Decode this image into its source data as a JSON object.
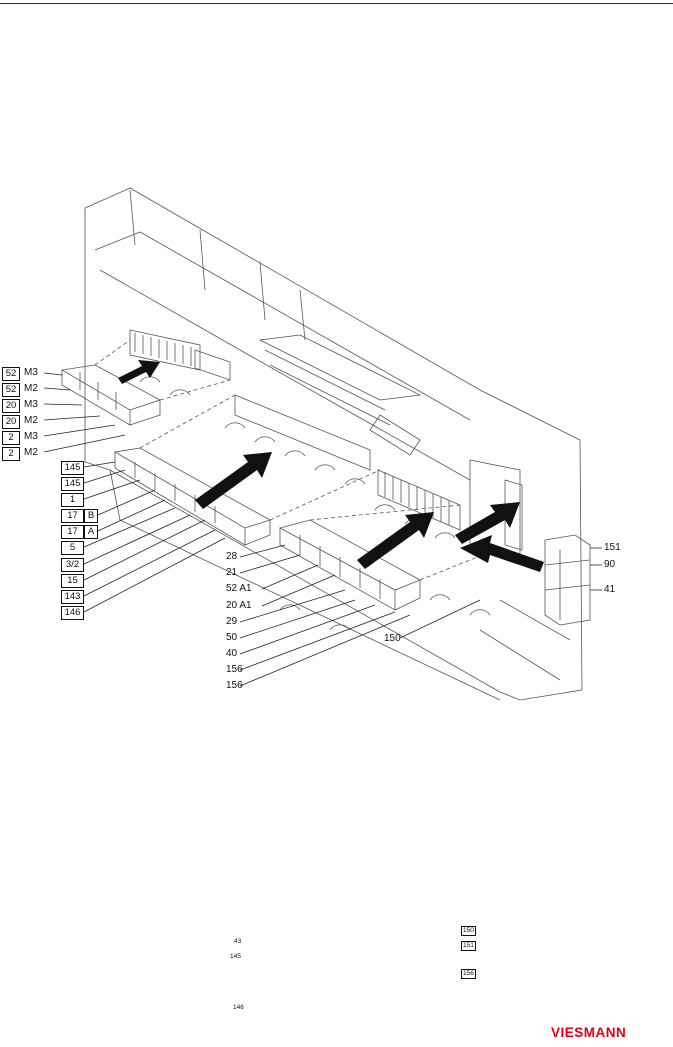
{
  "brand": {
    "name": "VIESMANN",
    "color": "#e2001a"
  },
  "callouts_left_top": [
    {
      "box": "52",
      "code": "M3"
    },
    {
      "box": "52",
      "code": "M2"
    },
    {
      "box": "20",
      "code": "M3"
    },
    {
      "box": "20",
      "code": "M2"
    },
    {
      "box": "2",
      "code": "M3"
    },
    {
      "box": "2",
      "code": "M2"
    }
  ],
  "callouts_left_mid": [
    {
      "box": "145",
      "code": ""
    },
    {
      "box": "145",
      "code": ""
    },
    {
      "box": "1",
      "code": ""
    },
    {
      "box": "17",
      "code": "B"
    },
    {
      "box": "17",
      "code": "A"
    },
    {
      "box": "5",
      "code": ""
    },
    {
      "box": "3/2",
      "code": ""
    },
    {
      "box": "15",
      "code": ""
    },
    {
      "box": "143",
      "code": ""
    },
    {
      "box": "146",
      "code": ""
    }
  ],
  "callouts_center": [
    "28",
    "21",
    "52 A1",
    "20 A1",
    "29",
    "50",
    "40",
    "156",
    "156"
  ],
  "callouts_right": [
    "151",
    "90",
    "41"
  ],
  "callout_bottom": "150",
  "footer_refs_left": [
    "43",
    "145",
    "146"
  ],
  "footer_refs_right": [
    "150",
    "151",
    "156"
  ]
}
